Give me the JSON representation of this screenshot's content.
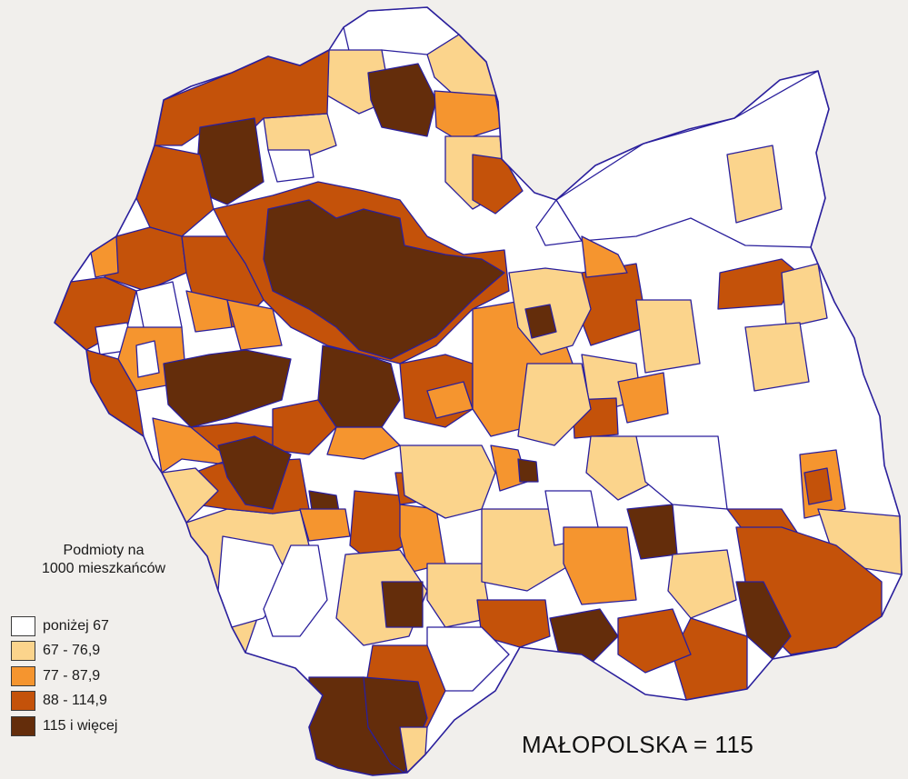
{
  "legend": {
    "title_line1": "Podmioty na",
    "title_line2": "1000 mieszkańców",
    "classes": [
      {
        "label": "poniżej 67",
        "color": "#ffffff"
      },
      {
        "label": "67 - 76,9",
        "color": "#fbd48c"
      },
      {
        "label": "77 - 87,9",
        "color": "#f5952f"
      },
      {
        "label": "88 - 114,9",
        "color": "#c4520a"
      },
      {
        "label": "115 i więcej",
        "color": "#642d0b"
      }
    ]
  },
  "total_label": "MAŁOPOLSKA = 115",
  "map": {
    "region": "Małopolska",
    "border_color": "#2a1f9c",
    "background_color": "#f1efec"
  }
}
